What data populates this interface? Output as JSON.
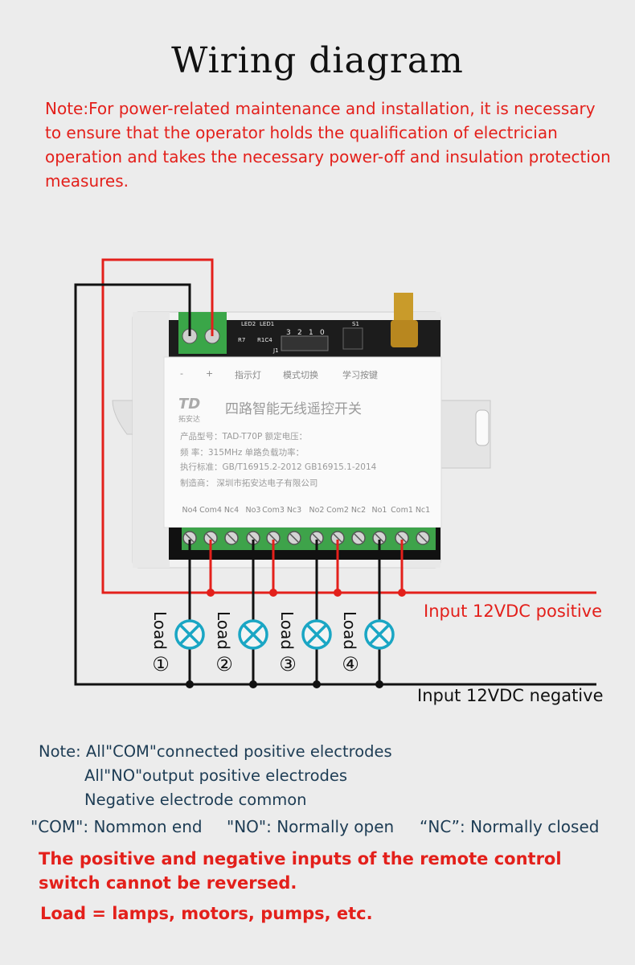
{
  "title": "Wiring diagram",
  "note_top": "Note:For power-related maintenance and installation, it is necessary to ensure that the operator holds the qualification of electrician operation and takes the necessary power-off and insulation protection measures.",
  "device": {
    "top_labels": [
      "LED2",
      "LED1",
      "S1",
      "J1",
      "R7",
      "R1C4"
    ],
    "jumper_digits": [
      "3",
      "2",
      "1",
      "0"
    ],
    "panel_polarity": [
      "-",
      "+"
    ],
    "panel_headers": [
      "指示灯",
      "模式切换",
      "学习按键"
    ],
    "logo": "TD",
    "brand": "拓安达",
    "product_title": "四路智能无线遥控开关",
    "spec_lines": [
      "产品型号：TAD-T70P    额定电压：",
      "频    率：315MHz    单路负载功率：",
      "执行标准：GB/T16915.2-2012  GB16915.1-2014",
      "制造商：  深圳市拓安达电子有限公司"
    ],
    "terminal_labels": [
      "No4",
      "Com4",
      "Nc4",
      "No3",
      "Com3",
      "Nc3",
      "No2",
      "Com2",
      "Nc2",
      "No1",
      "Com1",
      "Nc1"
    ]
  },
  "loads": [
    {
      "label": "Load",
      "number": "①"
    },
    {
      "label": "Load",
      "number": "②"
    },
    {
      "label": "Load",
      "number": "③"
    },
    {
      "label": "Load",
      "number": "④"
    }
  ],
  "input_positive": "Input 12VDC positive",
  "input_negative": "Input 12VDC negative",
  "notes": {
    "line1": "Note: All\"COM\"connected positive electrodes",
    "line2": "All\"NO\"output positive electrodes",
    "line3": "Negative electrode common"
  },
  "legend": {
    "com": "\"COM\": Nommon end",
    "no": "\"NO\": Normally open",
    "nc": "“NC”: Normally closed"
  },
  "warning": "The positive and negative inputs of the remote control switch cannot be reversed.",
  "load_definition": "Load = lamps, motors, pumps, etc.",
  "colors": {
    "positive_wire": "#e3201b",
    "negative_wire": "#111111",
    "load_lamp": "#1aa6c4",
    "terminal_block": "#3ea34a"
  }
}
